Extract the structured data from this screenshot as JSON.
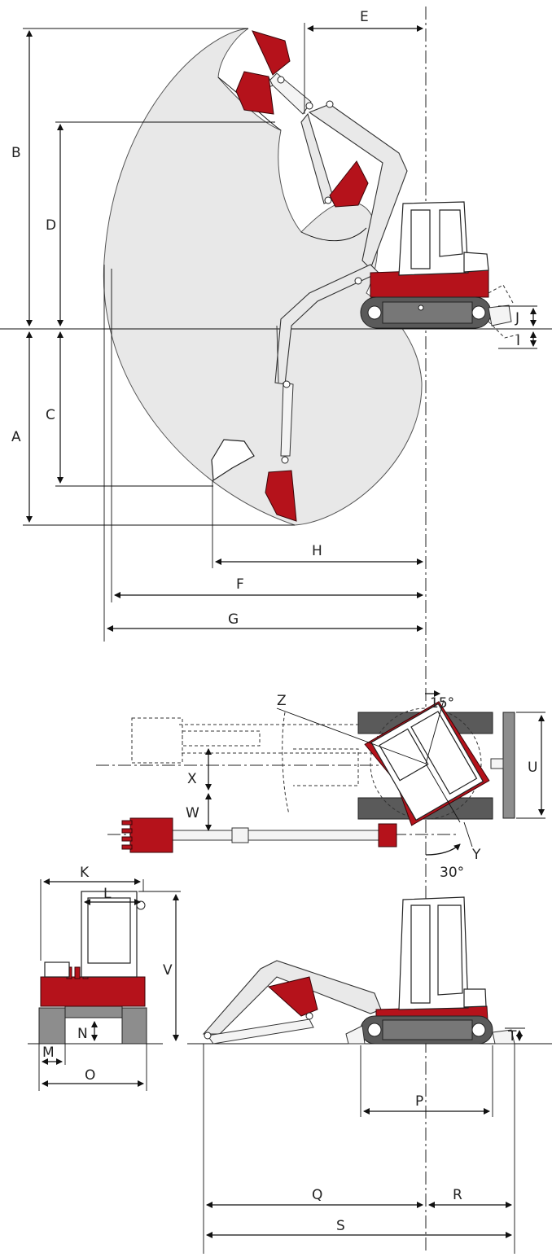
{
  "labels": {
    "A": "A",
    "B": "B",
    "C": "C",
    "D": "D",
    "E": "E",
    "F": "F",
    "G": "G",
    "H": "H",
    "I": "I",
    "J": "J",
    "K": "K",
    "L": "L",
    "M": "M",
    "N": "N",
    "O": "O",
    "P": "P",
    "Q": "Q",
    "R": "R",
    "S": "S",
    "T": "T",
    "U": "U",
    "V": "V",
    "W": "W",
    "X": "X",
    "Y": "Y",
    "Z": "Z"
  },
  "angles": {
    "boom_swing_right": "15°",
    "boom_swing_left": "30°"
  },
  "colors": {
    "body_red": "#b5121b",
    "envelope_gray": "#e8e8e8",
    "track_gray": "#5a5a5a"
  }
}
